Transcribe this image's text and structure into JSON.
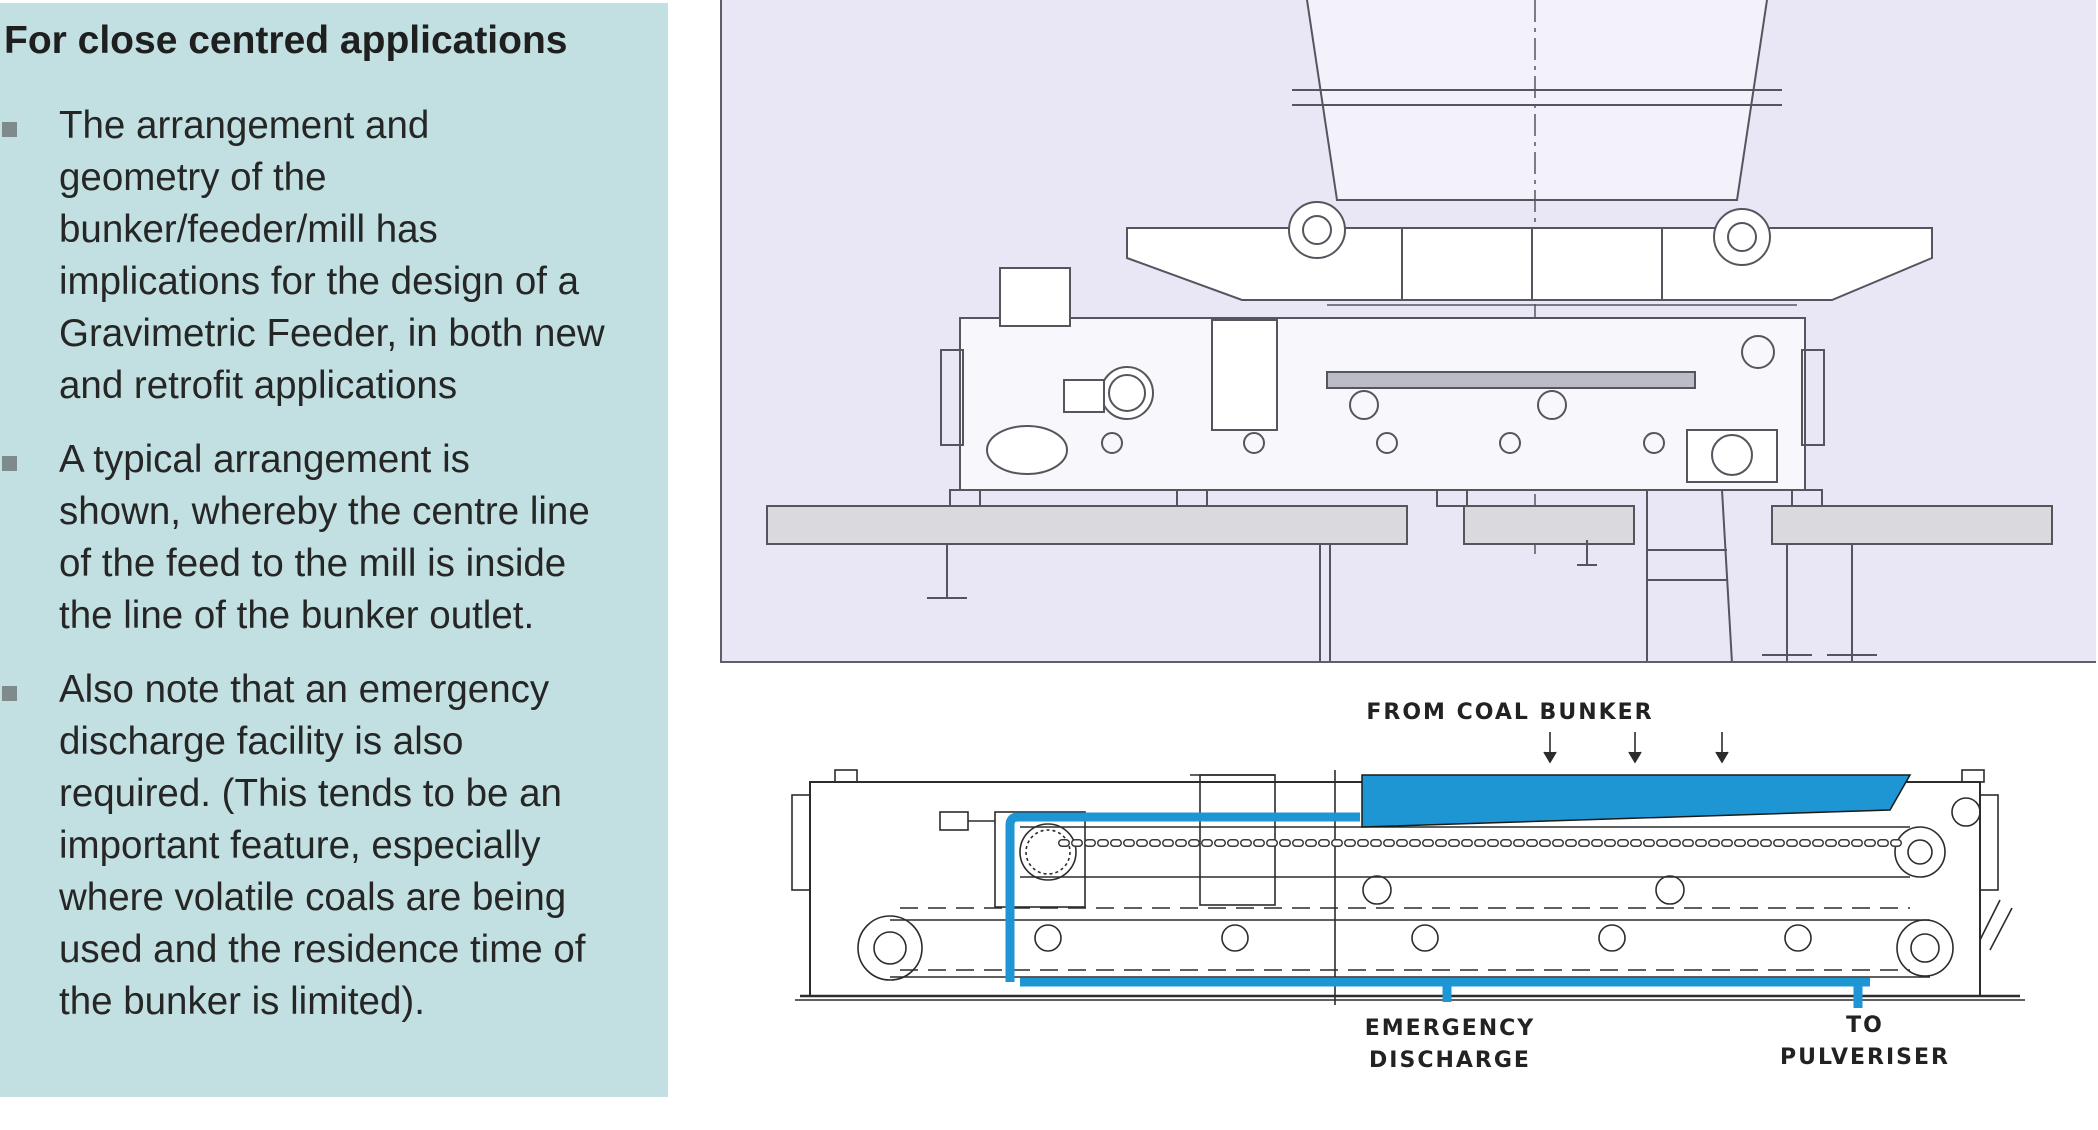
{
  "panel": {
    "heading": "For close centred applications",
    "bullets": [
      "The arrangement and\ngeometry of the\nbunker/feeder/mill has\nimplications for the design of a\nGravimetric Feeder, in both new\nand retrofit applications",
      "A typical arrangement is\nshown, whereby the centre line\nof the feed to the mill is inside\nthe line of the bunker outlet.",
      "Also note that an emergency\ndischarge facility is also\nrequired. (This tends to be an\nimportant feature, especially\nwhere volatile coals are being\nused and the residence time of\nthe bunker is limited)."
    ]
  },
  "schematic": {
    "from_coal_bunker": "FROM COAL BUNKER",
    "emergency_line1": "EMERGENCY",
    "emergency_line2": "DISCHARGE",
    "to_line1": "TO",
    "to_line2": "PULVERISER"
  },
  "colors": {
    "panel_bg": "#c2e0e1",
    "elevation_bg": "#e9e7f5",
    "coal_blue": "#1e96d4"
  }
}
